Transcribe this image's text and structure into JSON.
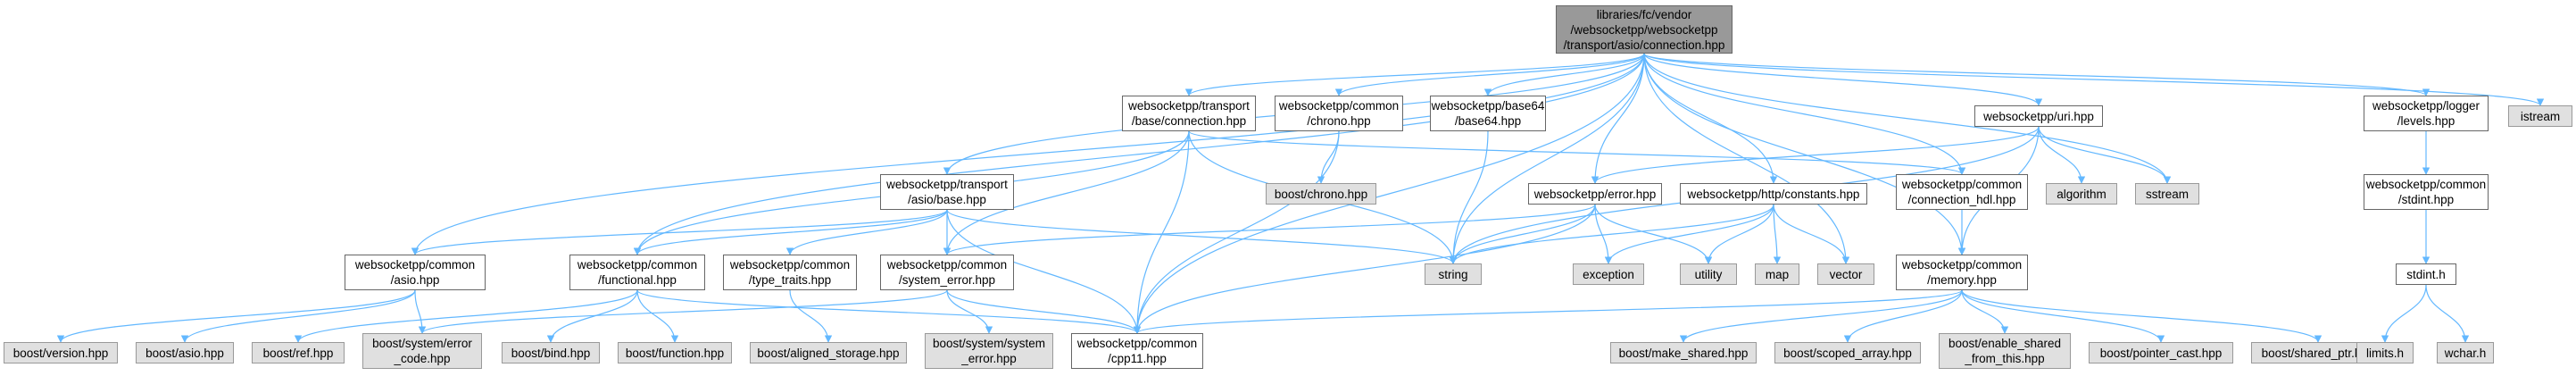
{
  "colors": {
    "edge": "#63b8ff",
    "node_border": "#666666",
    "root_fill": "#999999",
    "external_fill": "#e0e0e0",
    "internal_fill": "#ffffff"
  },
  "nodes": {
    "root": {
      "lines": [
        "libraries/fc/vendor",
        "/websocketpp/websocketpp",
        "/transport/asio/connection.hpp"
      ]
    },
    "istream": {
      "lines": [
        "istream"
      ]
    },
    "logger_levels": {
      "lines": [
        "websocketpp/logger",
        "/levels.hpp"
      ]
    },
    "stdint_hpp": {
      "lines": [
        "websocketpp/common",
        "/stdint.hpp"
      ]
    },
    "stdint_h": {
      "lines": [
        "stdint.h"
      ]
    },
    "limits_h": {
      "lines": [
        "limits.h"
      ]
    },
    "wchar_h": {
      "lines": [
        "wchar.h"
      ]
    },
    "transport_base_connection": {
      "lines": [
        "websocketpp/transport",
        "/base/connection.hpp"
      ]
    },
    "common_chrono": {
      "lines": [
        "websocketpp/common",
        "/chrono.hpp"
      ]
    },
    "base64": {
      "lines": [
        "websocketpp/base64",
        "/base64.hpp"
      ]
    },
    "uri": {
      "lines": [
        "websocketpp/uri.hpp"
      ]
    },
    "boost_chrono": {
      "lines": [
        "boost/chrono.hpp"
      ]
    },
    "connection_hdl": {
      "lines": [
        "websocketpp/common",
        "/connection_hdl.hpp"
      ]
    },
    "algorithm": {
      "lines": [
        "algorithm"
      ]
    },
    "sstream": {
      "lines": [
        "sstream"
      ]
    },
    "transport_asio_base": {
      "lines": [
        "websocketpp/transport",
        "/asio/base.hpp"
      ]
    },
    "error_hpp": {
      "lines": [
        "websocketpp/error.hpp"
      ]
    },
    "http_constants": {
      "lines": [
        "websocketpp/http/constants.hpp"
      ]
    },
    "common_asio": {
      "lines": [
        "websocketpp/common",
        "/asio.hpp"
      ]
    },
    "common_functional": {
      "lines": [
        "websocketpp/common",
        "/functional.hpp"
      ]
    },
    "common_type_traits": {
      "lines": [
        "websocketpp/common",
        "/type_traits.hpp"
      ]
    },
    "common_system_error": {
      "lines": [
        "websocketpp/common",
        "/system_error.hpp"
      ]
    },
    "string": {
      "lines": [
        "string"
      ]
    },
    "exception": {
      "lines": [
        "exception"
      ]
    },
    "utility": {
      "lines": [
        "utility"
      ]
    },
    "map": {
      "lines": [
        "map"
      ]
    },
    "vector": {
      "lines": [
        "vector"
      ]
    },
    "common_memory": {
      "lines": [
        "websocketpp/common",
        "/memory.hpp"
      ]
    },
    "boost_version": {
      "lines": [
        "boost/version.hpp"
      ]
    },
    "boost_asio": {
      "lines": [
        "boost/asio.hpp"
      ]
    },
    "boost_ref": {
      "lines": [
        "boost/ref.hpp"
      ]
    },
    "boost_system_error_code": {
      "lines": [
        "boost/system/error",
        "_code.hpp"
      ]
    },
    "boost_bind": {
      "lines": [
        "boost/bind.hpp"
      ]
    },
    "boost_function": {
      "lines": [
        "boost/function.hpp"
      ]
    },
    "boost_aligned_storage": {
      "lines": [
        "boost/aligned_storage.hpp"
      ]
    },
    "boost_system_system_error": {
      "lines": [
        "boost/system/system",
        "_error.hpp"
      ]
    },
    "common_cpp11": {
      "lines": [
        "websocketpp/common",
        "/cpp11.hpp"
      ]
    },
    "boost_make_shared": {
      "lines": [
        "boost/make_shared.hpp"
      ]
    },
    "boost_scoped_array": {
      "lines": [
        "boost/scoped_array.hpp"
      ]
    },
    "boost_enable_shared": {
      "lines": [
        "boost/enable_shared",
        "_from_this.hpp"
      ]
    },
    "boost_pointer_cast": {
      "lines": [
        "boost/pointer_cast.hpp"
      ]
    },
    "boost_shared_ptr": {
      "lines": [
        "boost/shared_ptr.hpp"
      ]
    }
  }
}
